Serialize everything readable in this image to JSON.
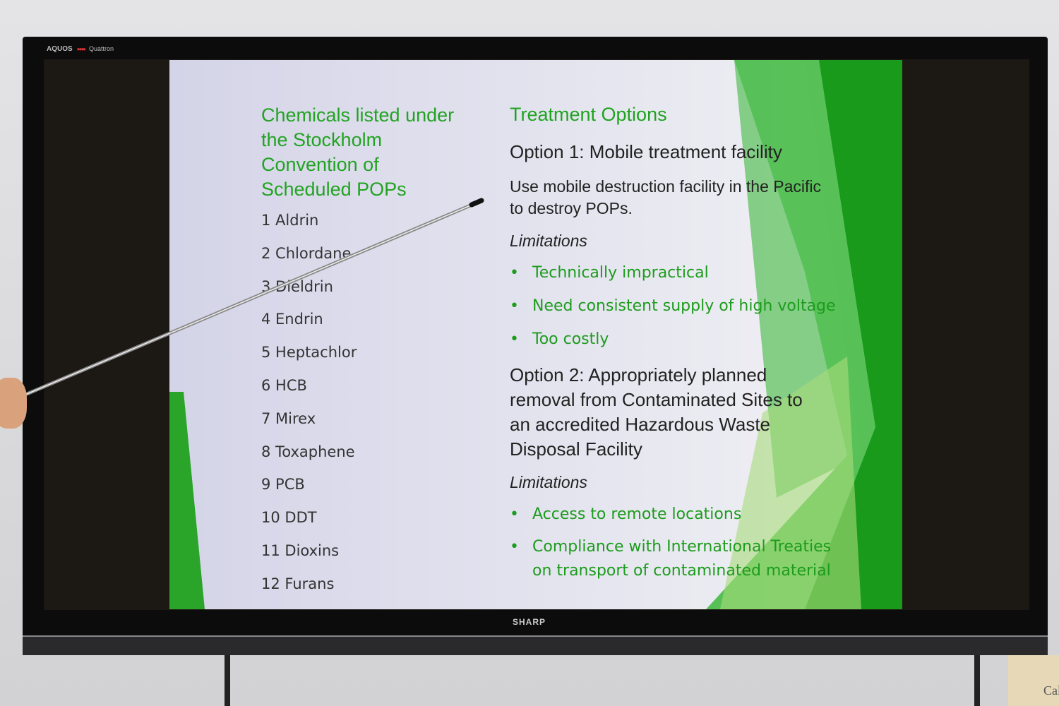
{
  "tv": {
    "brand_top": "AQUOS",
    "brand_sub": "Quattron",
    "brand_bottom": "SHARP"
  },
  "poster_text": "Cal",
  "slide": {
    "left_title": "Chemicals listed under the Stockholm Convention of Scheduled POPs",
    "chemicals": [
      "1  Aldrin",
      "2  Chlordane",
      "3  Dieldrin",
      "4  Endrin",
      "5  Heptachlor",
      "6  HCB",
      "7  Mirex",
      "8  Toxaphene",
      "9  PCB",
      "10 DDT",
      "11 Dioxins",
      "12 Furans"
    ],
    "right_title": "Treatment Options",
    "option1_heading": "Option 1:  Mobile treatment facility",
    "option1_line1": "Use mobile destruction facility in the Pacific",
    "option1_line2": "to destroy POPs.",
    "limitations_label_1": "Limitations",
    "limitations_1": [
      "Technically impractical",
      "Need consistent supply of high voltage",
      "Too costly"
    ],
    "option2_lines": [
      "Option 2:  Appropriately planned",
      "removal from Contaminated Sites to",
      "an accredited Hazardous Waste",
      "Disposal Facility"
    ],
    "limitations_label_2": "Limitations",
    "limitations_2": [
      "Access to remote locations",
      "Compliance with International Treaties"
    ],
    "limitations_2_cont": "on transport of contaminated material",
    "bullet": "•"
  }
}
